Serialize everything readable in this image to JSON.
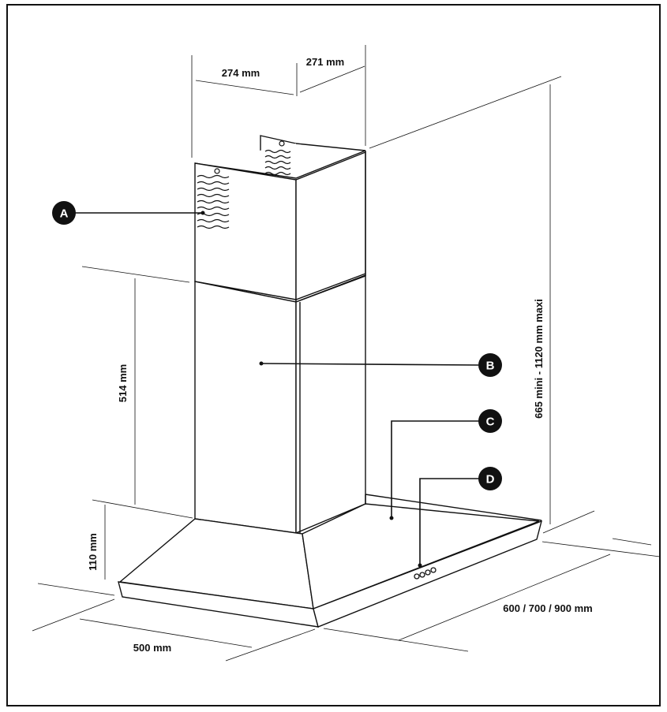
{
  "dimensions": {
    "chimney_width": "274 mm",
    "chimney_depth": "271 mm",
    "chimney_height": "514 mm",
    "canopy_height": "110 mm",
    "depth": "500 mm",
    "width": "600 / 700 / 900 mm",
    "total_height": "665 mini - 1120 mm maxi"
  },
  "callouts": [
    {
      "letter": "A"
    },
    {
      "letter": "B"
    },
    {
      "letter": "C"
    },
    {
      "letter": "D"
    }
  ]
}
